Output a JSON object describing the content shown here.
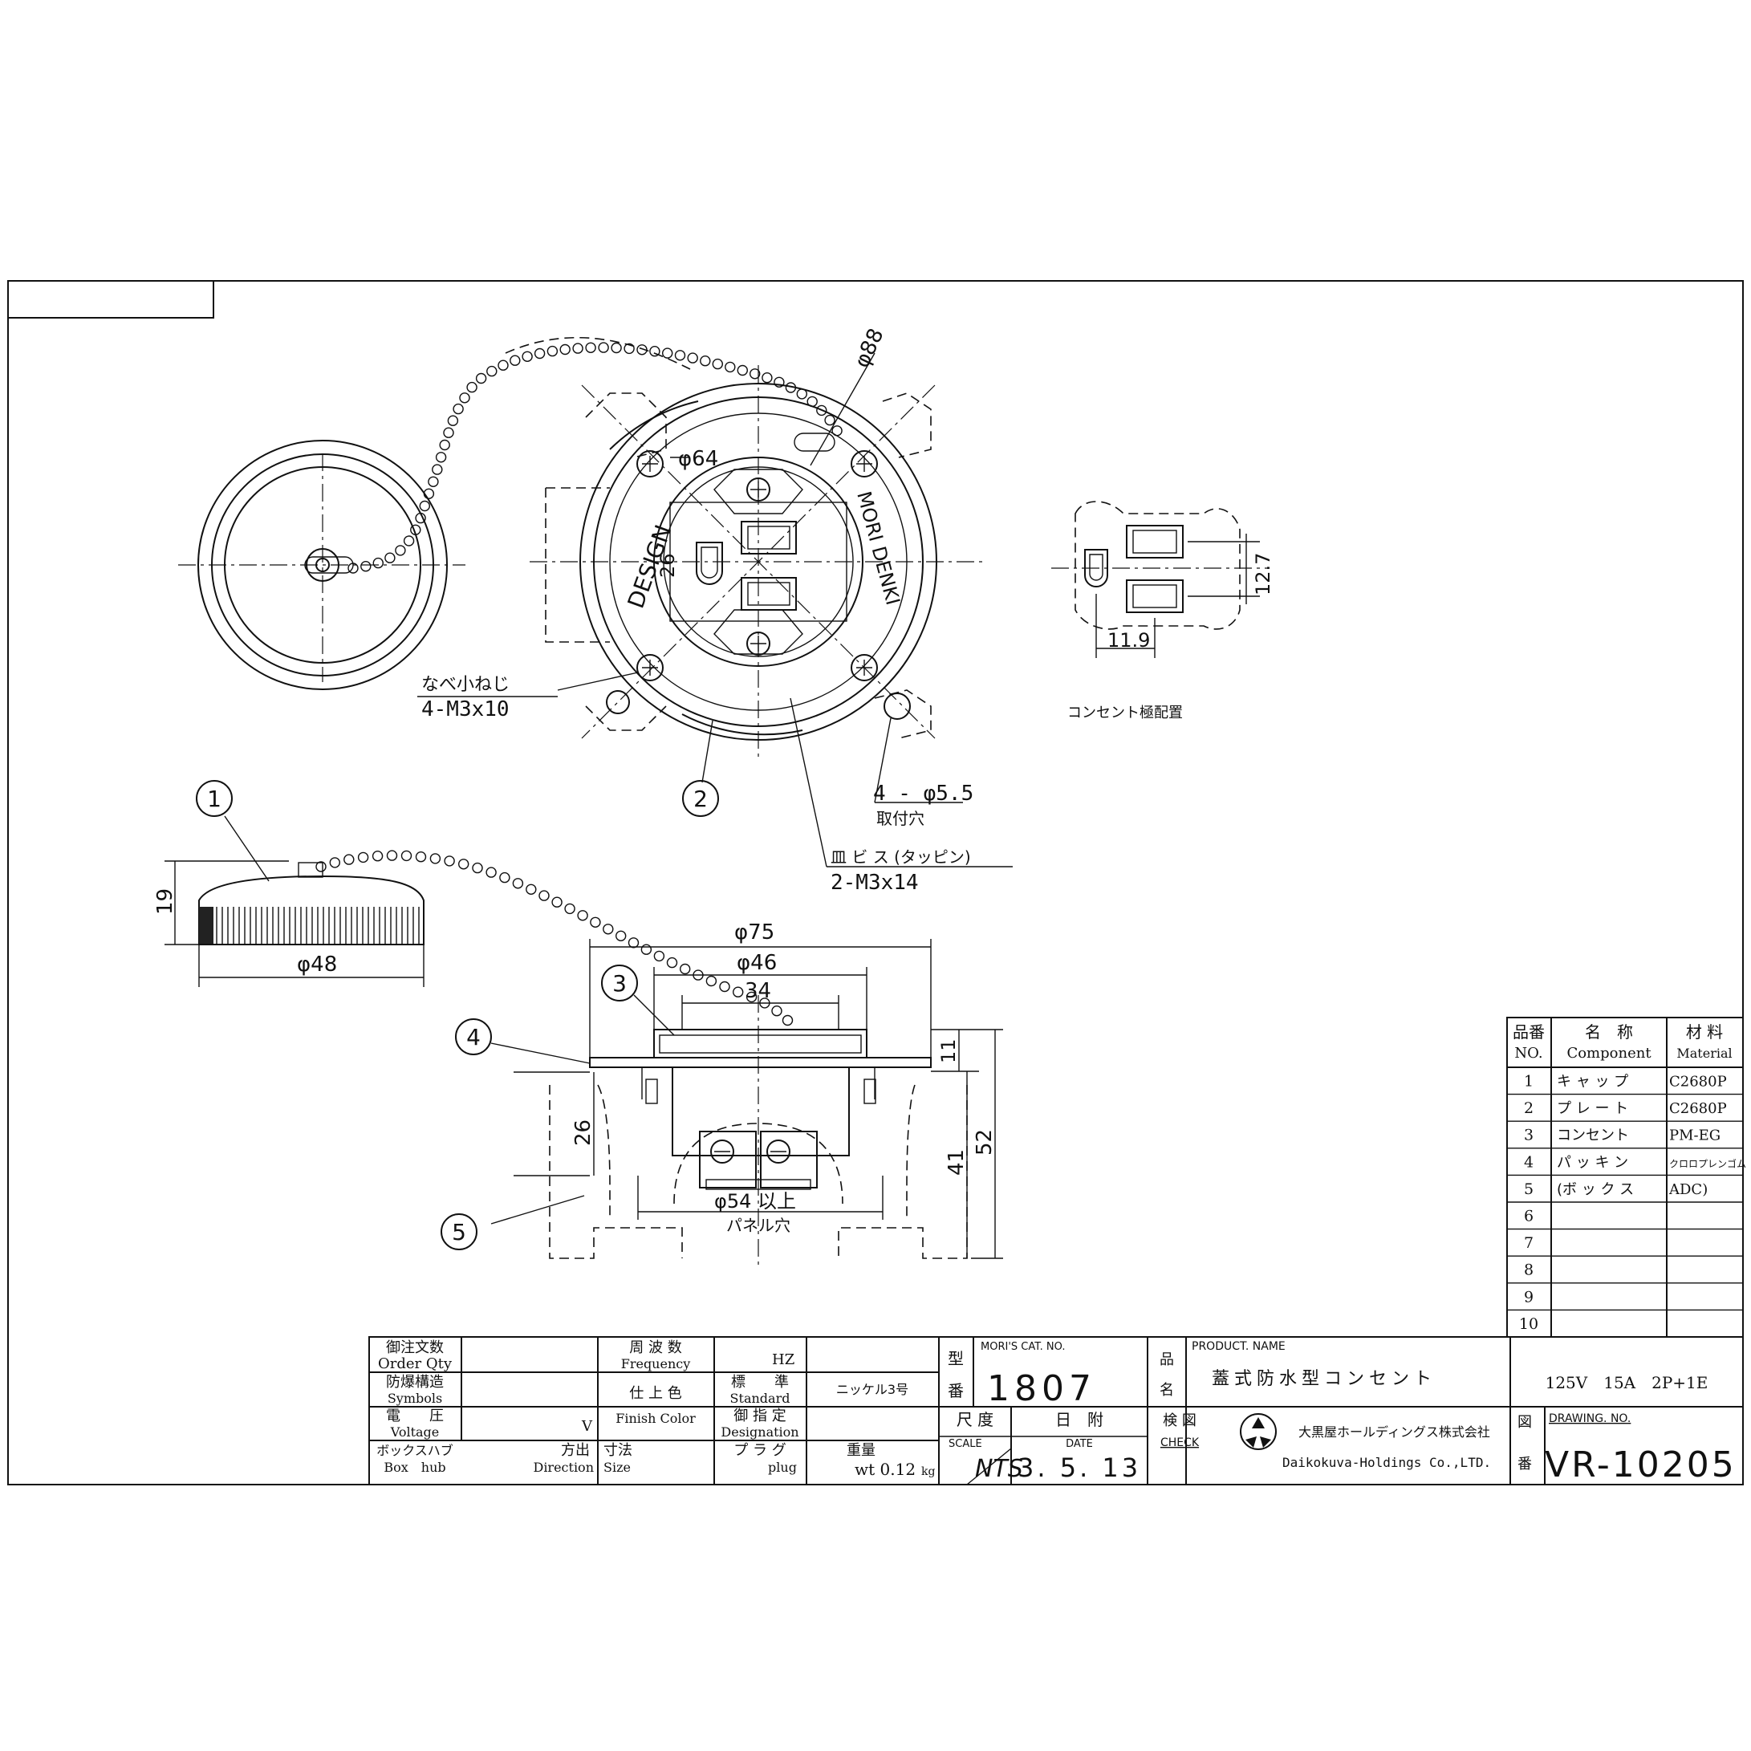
{
  "drawing": {
    "labels": {
      "phi88": "φ88",
      "phi64": "φ64",
      "design": "DESIGN",
      "dim26_top": "26",
      "morideniki": "MORI DENKI",
      "screw_name": "なべ小ねじ",
      "screw_spec": "4-M3x10",
      "hole_spec": "4 - φ5.5",
      "hole_name": "取付穴",
      "tap_name": "皿 ビ ス (タッピン)",
      "tap_spec": "2-M3x14",
      "dim12_7": "12.7",
      "dim11_9": "11.9",
      "layout_caption": "コンセント極配置",
      "dim19": "19",
      "phi48": "φ48",
      "phi75": "φ75",
      "phi46": "φ46",
      "dim34": "34",
      "dim11": "11",
      "dim52": "52",
      "dim26_side": "26",
      "dim41": "41",
      "phi54": "φ54 以上",
      "panel_hole": "パネル穴"
    },
    "balloons": [
      "1",
      "2",
      "3",
      "4",
      "5"
    ]
  },
  "parts_table": {
    "headers": {
      "no_jp": "品番",
      "no_en": "NO.",
      "name_jp": "名　称",
      "name_en": "Component",
      "mat_jp": "材 料",
      "mat_en": "Material"
    },
    "rows": [
      {
        "no": "1",
        "name": "キ ャ ッ プ",
        "material": "C2680P"
      },
      {
        "no": "2",
        "name": "プ レ ー ト",
        "material": "C2680P"
      },
      {
        "no": "3",
        "name": "コンセント",
        "material": "PM-EG"
      },
      {
        "no": "4",
        "name": "パ ッ キ ン",
        "material": "クロロプレンゴム"
      },
      {
        "no": "5",
        "name": "(ボ ッ ク ス",
        "material": "ADC)"
      },
      {
        "no": "6",
        "name": "",
        "material": ""
      },
      {
        "no": "7",
        "name": "",
        "material": ""
      },
      {
        "no": "8",
        "name": "",
        "material": ""
      },
      {
        "no": "9",
        "name": "",
        "material": ""
      },
      {
        "no": "10",
        "name": "",
        "material": ""
      }
    ]
  },
  "title_block": {
    "order_qty_jp": "御注文数",
    "order_qty_en": "Order Qty",
    "symbols_jp": "防爆構造",
    "symbols_en": "Symbols",
    "voltage_jp": "電　　圧",
    "voltage_en": "Voltage",
    "voltage_unit": "V",
    "boxhub_jp": "ボックスハブ",
    "boxhub_en": "Box　hub",
    "direction_jp": "方出",
    "direction_en": "Direction",
    "size_jp": "寸法",
    "size_en": "Size",
    "freq_jp": "周 波 数",
    "freq_en": "Frequency",
    "freq_unit": "HZ",
    "finish_jp": "仕 上 色",
    "finish_en": "Finish Color",
    "standard_jp": "標　　準",
    "standard_en": "Standard",
    "standard_value": "ニッケル3号",
    "designation_jp": "御 指 定",
    "designation_en": "Designation",
    "plug_jp": "プ ラ グ",
    "plug_en": "plug",
    "weight_jp": "重量",
    "weight_value": "wt 0.12",
    "weight_unit": "kg",
    "model_jp_top": "型",
    "model_jp_bottom": "番",
    "cat_label": "MORI'S CAT. NO.",
    "cat_no": "1807",
    "scale_jp": "尺 度",
    "scale_en": "SCALE",
    "scale_value": "NTS",
    "date_jp": "日　附",
    "date_en": "DATE",
    "date_value": "3. 5. 13",
    "product_jp_top": "品",
    "product_jp_bottom": "名",
    "product_label": "PRODUCT. NAME",
    "product_name": "蓋式防水型コンセント",
    "spec": "125V　15A　2P+1E",
    "check_jp": "検 図",
    "check_en": "CHECK",
    "company_jp": "大黒屋ホールディングス株式会社",
    "company_en": "Daikokuva-Holdings Co.,LTD.",
    "drawing_jp_top": "図",
    "drawing_jp_bottom": "番",
    "drawing_label": "DRAWING. NO.",
    "drawing_no": "VR-10205"
  }
}
